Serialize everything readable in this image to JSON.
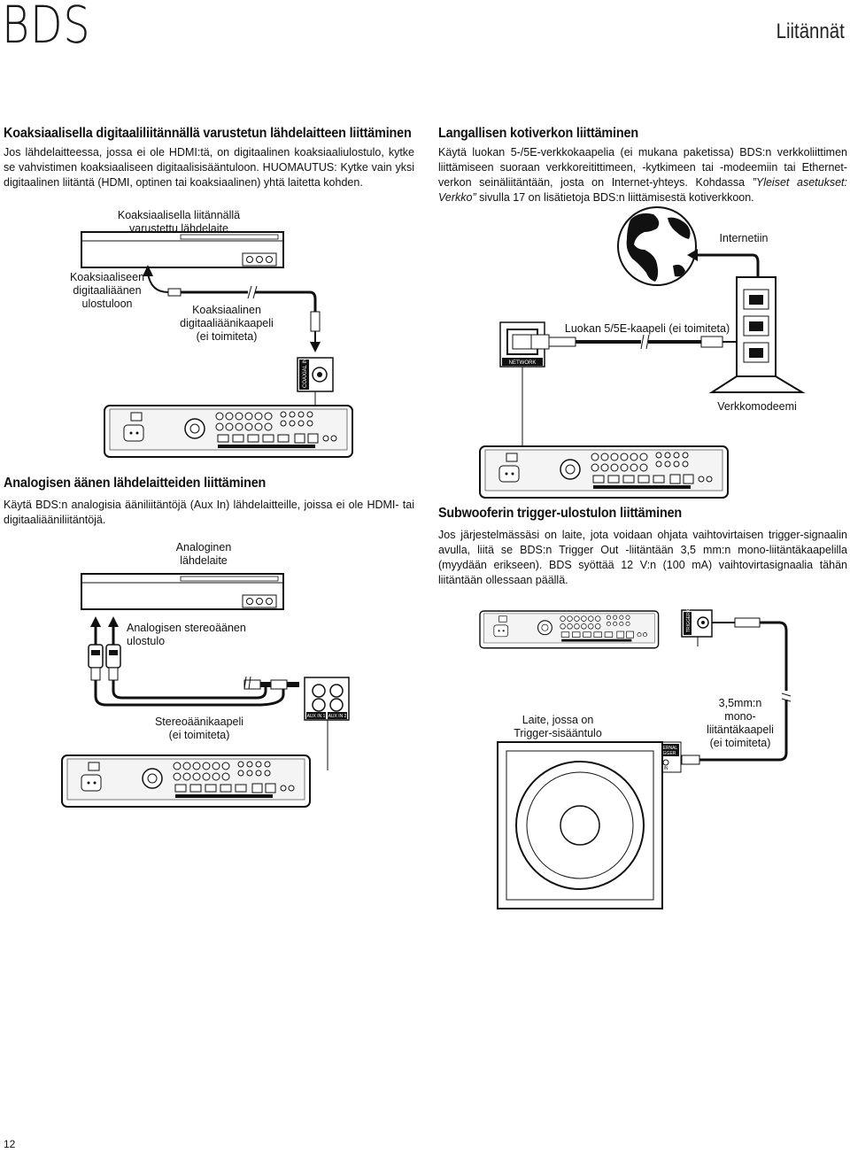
{
  "header": {
    "brand": "BDS",
    "section_title": "Liitännät"
  },
  "coax_section": {
    "title": "Koaksiaalisella digitaaliliitännällä varustetun lähdelaitteen liittäminen",
    "body": "Jos lähdelaitteessa, jossa ei ole HDMI:tä, on digitaalinen koaksiaaliulostulo, kytke se vahvistimen koaksiaaliseen digitaalisisääntuloon. HUOMAUTUS: Kytke vain yksi digitaalinen liitäntä (HDMI, optinen tai koaksiaalinen) yhtä laitetta kohden.",
    "label_source": "Koaksiaalisella liitännällä\nvarustettu lähdelaite",
    "label_output": "Koaksiaaliseen\ndigitaaliäänen\nulostuloon",
    "label_cable": "Koaksiaalinen\ndigitaaliäänikaapeli\n(ei toimiteta)",
    "jack_text": "COAXIAL IN"
  },
  "network_section": {
    "title": "Langallisen kotiverkon liittäminen",
    "body_part1": "Käytä luokan 5-/5E-verkkokaapelia (ei mukana paketissa) BDS:n verkkoliittimen liittämiseen suoraan verkkoreitittimeen, -kytkimeen tai -modeemiin tai Ethernet-verkon seinäliitäntään, josta on Internet-yhteys. Kohdassa ",
    "body_italic": "”Yleiset asetukset: Verkko”",
    "body_part2": " sivulla 17 on lisätietoja BDS:n liittämisestä kotiverkkoon.",
    "label_internet": "Internetiin",
    "label_cable": "Luokan 5/5E-kaapeli (ei toimiteta)",
    "label_modem": "Verkkomodeemi",
    "port_text": "NETWORK"
  },
  "analog_section": {
    "title": "Analogisen äänen lähdelaitteiden liittäminen",
    "body": "Käytä BDS:n analogisia ääniliitäntöjä (Aux In) lähdelaitteille, joissa ei ole HDMI- tai digitaaliääniliitäntöjä.",
    "label_source": "Analoginen\nlähdelaite",
    "label_output": "Analogisen stereoäänen\nulostulo",
    "label_cable": "Stereoäänikaapeli\n(ei toimiteta)",
    "aux1": "AUX IN 1",
    "aux2": "AUX IN 2"
  },
  "trigger_section": {
    "title": "Subwooferin trigger-ulostulon liittäminen",
    "body": "Jos järjestelmässäsi on laite, jota voidaan ohjata vaihtovirtaisen trigger-signaalin avulla, liitä se BDS:n Trigger Out -liitäntään 3,5 mm:n mono-liitäntäkaapelilla (myydään erikseen). BDS syöttää 12 V:n (100 mA) vaihtovirtasignaalia tähän liitäntään ollessaan päällä.",
    "label_device": "Laite, jossa on\nTrigger-sisääntulo",
    "label_cable": "3,5mm:n\nmono-\nliitäntäkaapeli\n(ei toimiteta)",
    "jack_text": "TRIGGER OUT",
    "ext_trigger": "EXTERNAL\nTRIGGER",
    "ext_in": "IN"
  },
  "footer": {
    "page_number": "12"
  }
}
